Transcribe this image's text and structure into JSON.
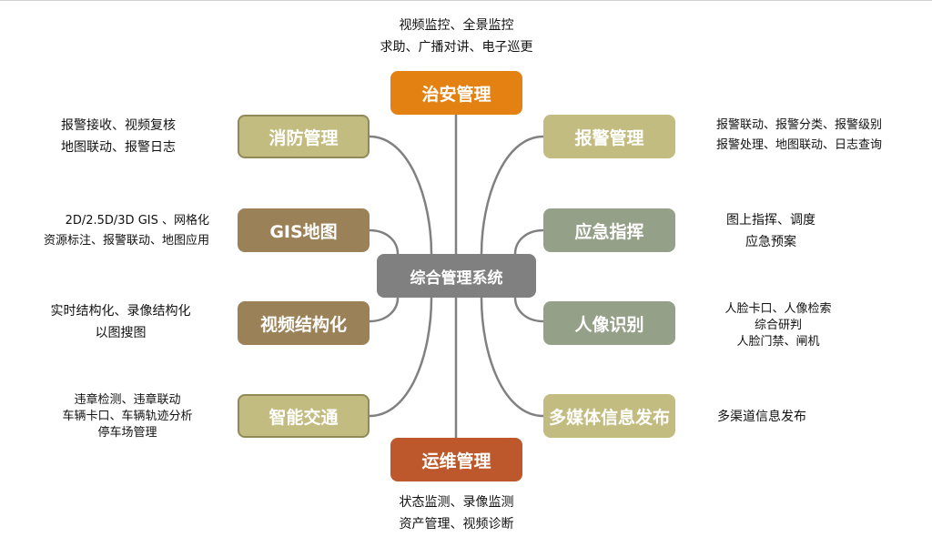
{
  "center": {
    "label": "综合管理系统",
    "color": "#808080"
  },
  "top": {
    "label": "治安管理",
    "color": "#e38213",
    "desc": [
      "视频监控、全景监控",
      "求助、广播对讲、电子巡更"
    ]
  },
  "bottom": {
    "label": "运维管理",
    "color": "#bd582c",
    "desc": [
      "状态监测、录像监测",
      "资产管理、视频诊断"
    ]
  },
  "left": [
    {
      "label": "消防管理",
      "desc": [
        "报警接收、视频复核",
        "地图联动、报警日志"
      ]
    },
    {
      "label": "GIS地图",
      "desc": [
        "2D/2.5D/3D GIS 、网格化",
        "资源标注、报警联动、地图应用"
      ]
    },
    {
      "label": "视频结构化",
      "desc": [
        "实时结构化、录像结构化",
        "以图搜图"
      ]
    },
    {
      "label": "智能交通",
      "desc": [
        "违章检测、违章联动",
        "车辆卡口、车辆轨迹分析",
        "停车场管理"
      ]
    }
  ],
  "right": [
    {
      "label": "报警管理",
      "desc": [
        "报警联动、报警分类、报警级别",
        "报警处理、地图联动、日志查询"
      ]
    },
    {
      "label": "应急指挥",
      "desc": [
        "图上指挥、调度",
        "应急预案"
      ]
    },
    {
      "label": "人像识别",
      "desc": [
        "人脸卡口、人像检索",
        "综合研判",
        "人脸门禁、闸机"
      ]
    },
    {
      "label": "多媒体信息发布",
      "desc": [
        "多渠道信息发布"
      ]
    }
  ]
}
